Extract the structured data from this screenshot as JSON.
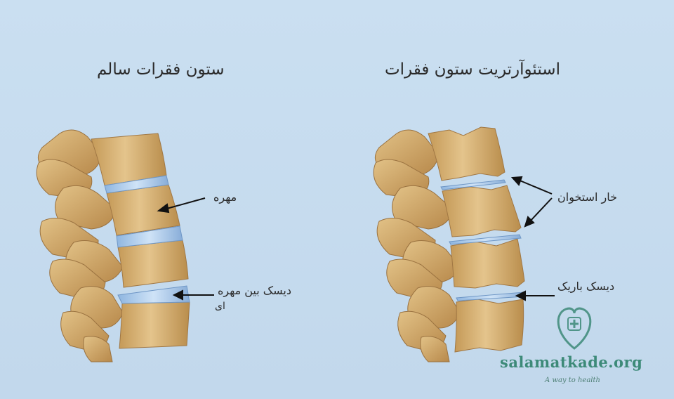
{
  "titles": {
    "healthy": "ستون فقرات سالم",
    "arthritis": "استئوآرتریت ستون فقرات"
  },
  "labels": {
    "vertebra": "مهره",
    "disc_line1": "دیسک بین مهره",
    "disc_line2": "ای",
    "bone_spur": "خار استخوان",
    "thin_disc": "دیسک باریک"
  },
  "watermark": {
    "site": "salamatkade.org",
    "tagline": "A way to health",
    "icon": "heart-medical-cross-icon",
    "color": "#3d8a78"
  },
  "colors": {
    "bone": "#dcb477",
    "disc": "#9ec4ea",
    "background": "#c6dbee"
  }
}
